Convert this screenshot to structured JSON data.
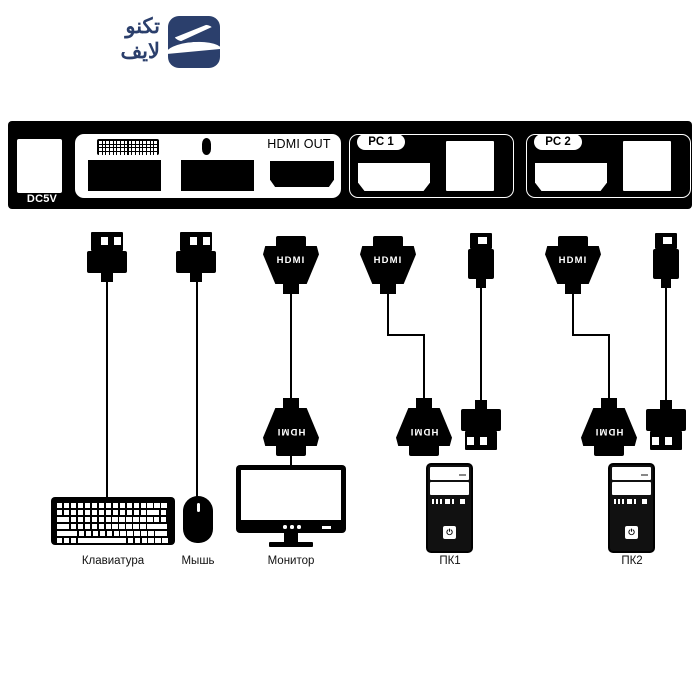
{
  "brand": {
    "wordmark_line1": "تكنو",
    "wordmark_line2": "لايف",
    "logo_color": "#2b3f6c"
  },
  "device": {
    "name": "hdmi-kvm-switch",
    "body_color": "#000000",
    "power_port_label": "DC5V",
    "keyboard_icon": "keyboard-icon",
    "mouse_icon": "mouse-icon",
    "hdmi_out_label": "HDMI OUT",
    "pc_ports": [
      {
        "tag": "PC 1",
        "hdmi_port": "hdmi-port",
        "usb_port": "usb-port"
      },
      {
        "tag": "PC 2",
        "hdmi_port": "hdmi-port",
        "usb_port": "usb-port"
      }
    ]
  },
  "connectors": {
    "hdmi_text": "HDMI",
    "usb_a": "usb-a-connector",
    "usb_b": "usb-b-connector"
  },
  "devices": [
    {
      "id": "keyboard",
      "label": "Клавиатура",
      "cable": "usb"
    },
    {
      "id": "mouse",
      "label": "Мышь",
      "cable": "usb"
    },
    {
      "id": "monitor",
      "label": "Монитор",
      "cable": "hdmi"
    },
    {
      "id": "pc1",
      "label": "ПК1",
      "cable": "hdmi+usb",
      "power_glyph": "⏻"
    },
    {
      "id": "pc2",
      "label": "ПК2",
      "cable": "hdmi+usb",
      "power_glyph": "⏻"
    }
  ]
}
